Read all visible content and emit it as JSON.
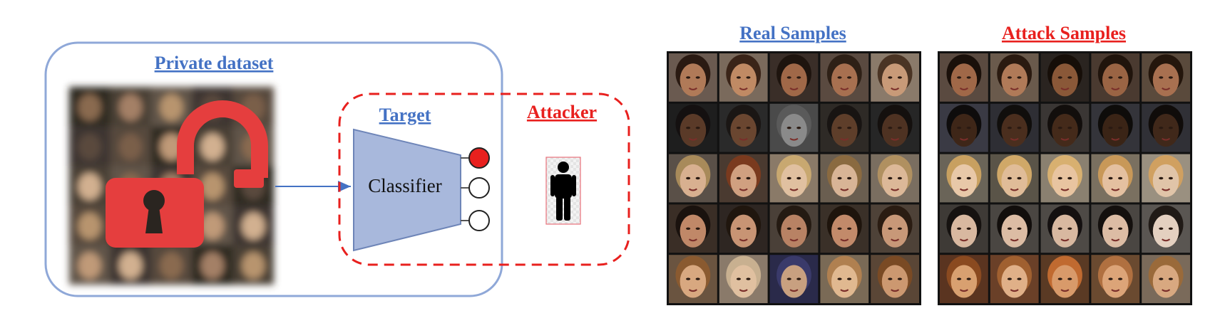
{
  "private_panel": {
    "title": "Private dataset",
    "lock_icon": "unlocked-padlock-icon",
    "lock_color": "#E53E3E"
  },
  "target_panel": {
    "title": "Target",
    "classifier_label": "Classifier",
    "classifier_color": "#A8B8DC",
    "outputs": 3,
    "active_output_color": "#E8201E"
  },
  "attacker_panel": {
    "title": "Attacker",
    "icon": "person-icon"
  },
  "real_samples": {
    "title": "Real Samples",
    "rows": 5,
    "cols": 5
  },
  "attack_samples": {
    "title": "Attack Samples",
    "rows": 5,
    "cols": 5
  },
  "colors": {
    "blue_accent": "#4472C4",
    "red_accent": "#E8201E",
    "panel_border": "#8FA8D8"
  }
}
